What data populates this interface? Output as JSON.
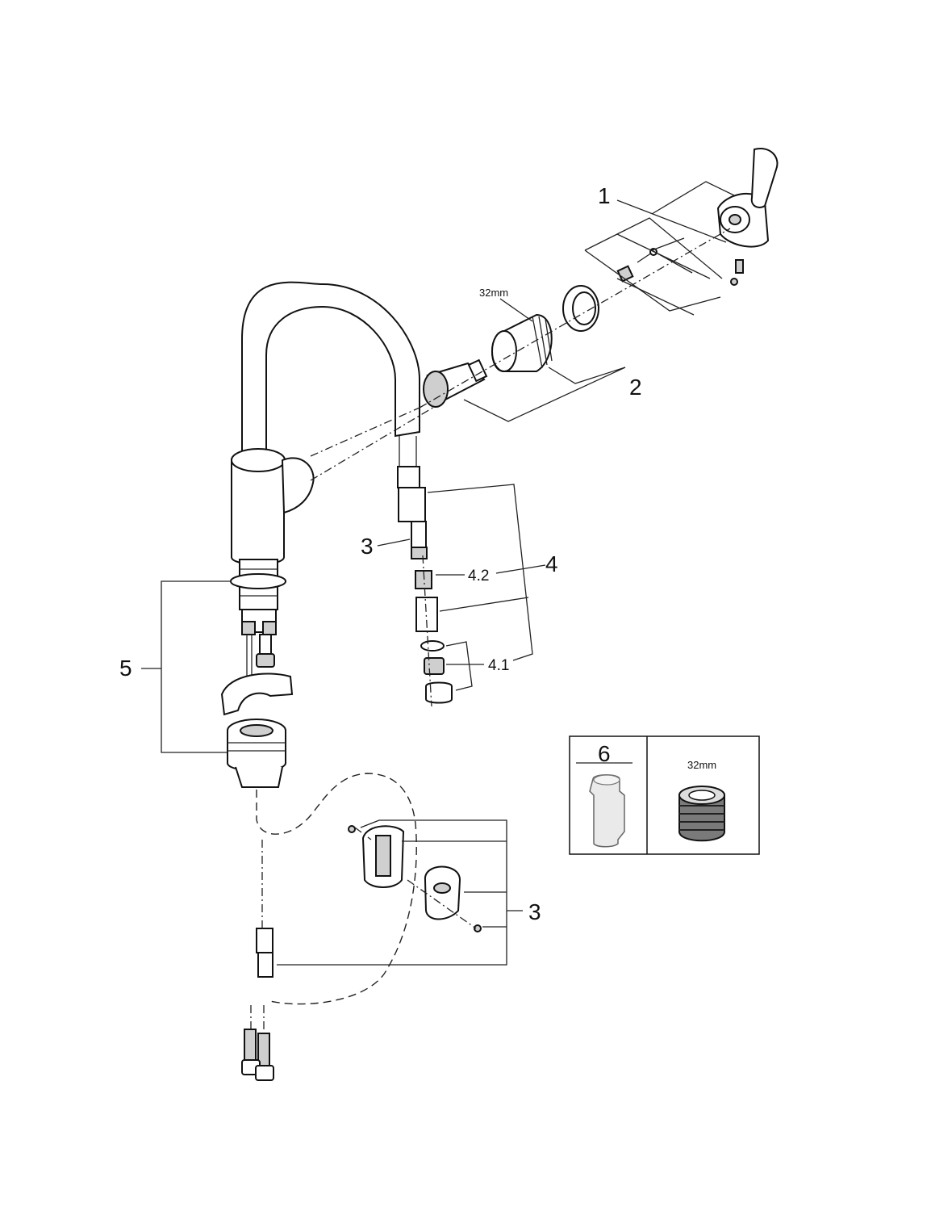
{
  "labels": {
    "p1": "1",
    "p2": "2",
    "p3_upper": "3",
    "p3_lower": "3",
    "p4": "4",
    "p4_1": "4.1",
    "p4_2": "4.2",
    "p5": "5",
    "p6": "6",
    "size_cartridge": "32mm",
    "size_inset": "32mm"
  }
}
